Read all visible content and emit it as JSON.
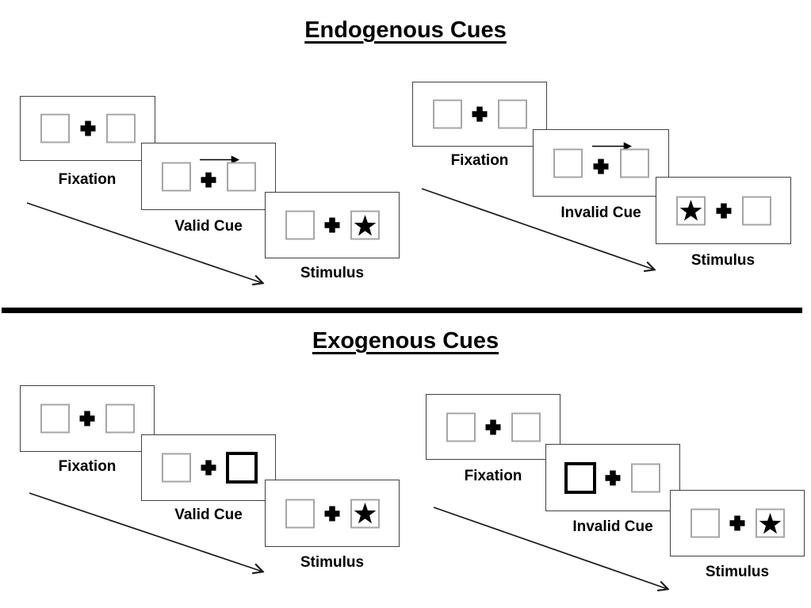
{
  "figure": {
    "sections": [
      {
        "title": "Endogenous Cues",
        "sequences": [
          {
            "name": "valid",
            "steps": [
              {
                "label": "Fixation",
                "content": "two-placeholder-squares-with-central-cross"
              },
              {
                "label": "Valid Cue",
                "content": "central-arrow-pointing-right",
                "cue": "arrow-right"
              },
              {
                "label": "Stimulus",
                "content": "star-target",
                "star_side": "right"
              }
            ]
          },
          {
            "name": "invalid",
            "steps": [
              {
                "label": "Fixation",
                "content": "two-placeholder-squares-with-central-cross"
              },
              {
                "label": "Invalid Cue",
                "content": "central-arrow-pointing-right",
                "cue": "arrow-right"
              },
              {
                "label": "Stimulus",
                "content": "star-target",
                "star_side": "left"
              }
            ]
          }
        ]
      },
      {
        "title": "Exogenous Cues",
        "sequences": [
          {
            "name": "valid",
            "steps": [
              {
                "label": "Fixation",
                "content": "two-placeholder-squares-with-central-cross"
              },
              {
                "label": "Valid Cue",
                "content": "right-box-highlighted-bold",
                "cue": "highlight-right"
              },
              {
                "label": "Stimulus",
                "content": "star-target",
                "star_side": "right"
              }
            ]
          },
          {
            "name": "invalid",
            "steps": [
              {
                "label": "Fixation",
                "content": "two-placeholder-squares-with-central-cross"
              },
              {
                "label": "Invalid Cue",
                "content": "left-box-highlighted-bold",
                "cue": "highlight-left"
              },
              {
                "label": "Stimulus",
                "content": "star-target",
                "star_side": "right"
              }
            ]
          }
        ]
      }
    ],
    "icons": {
      "fixation_cross": "heavy-plus",
      "cue_arrow": "right-arrow",
      "target_star": "filled-five-point-star",
      "timeline_arrow": "diagonal-open-arrow"
    },
    "colors": {
      "background": "#ffffff",
      "panel_border": "#404040",
      "placeholder_square_border": "#a6a6a6",
      "highlight_square_border": "#000000",
      "text": "#000000",
      "divider": "#000000"
    }
  }
}
